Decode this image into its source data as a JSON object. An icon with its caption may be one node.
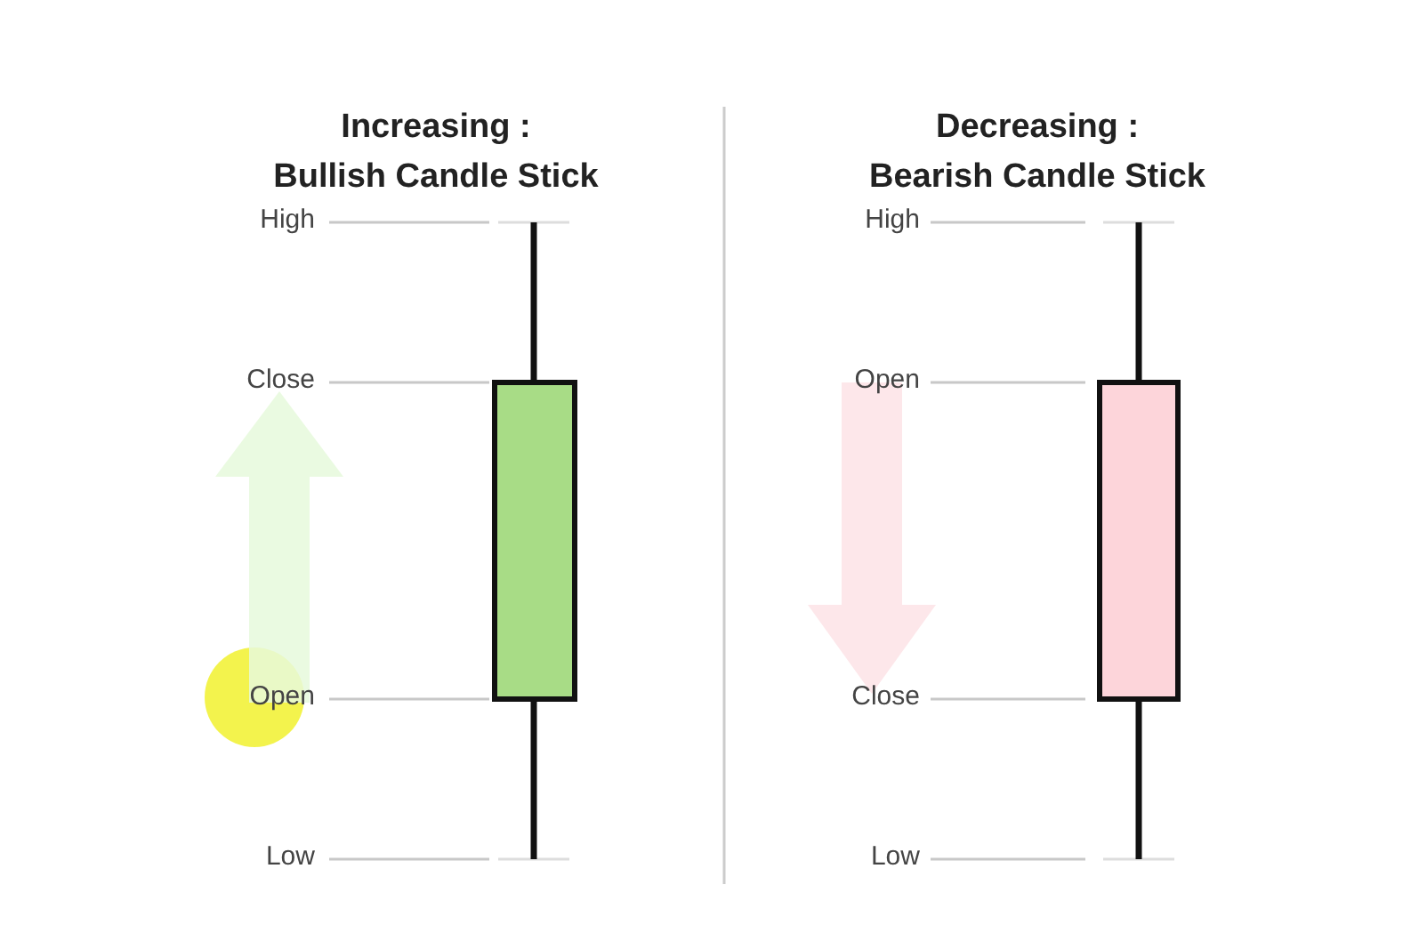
{
  "diagram": {
    "labels": [
      "Increasing :",
      "Bullish Candle Stick",
      "High",
      "Close",
      "Open",
      "Low",
      "Decreasing :",
      "Bearish Candle Stick",
      "High",
      "Open",
      "Close",
      "Low"
    ]
  }
}
